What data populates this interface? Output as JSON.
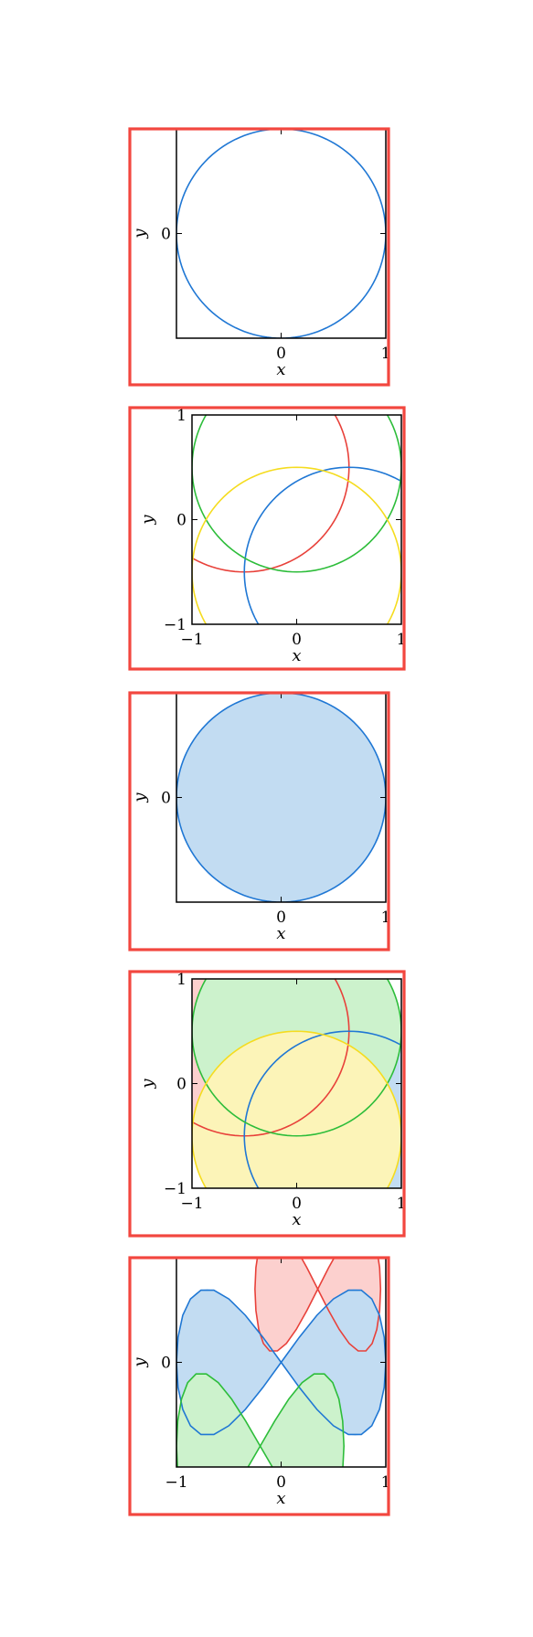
{
  "colors": {
    "frame": "#f2473f",
    "blue": "#1f77d4",
    "red": "#e8413a",
    "green": "#2dbd3a",
    "yellow": "#f5dc1f",
    "blue_fill": "#c2dcf2",
    "red_fill": "#fcd0ce",
    "green_fill": "#ccf2cc",
    "yellow_fill": "#fcf4b8"
  },
  "chart_data": [
    {
      "type": "line",
      "title": "",
      "xlabel": "x",
      "ylabel": "y",
      "xlim": [
        -1,
        1
      ],
      "ylim": [
        -1,
        1
      ],
      "xticks": [
        "0",
        "1"
      ],
      "yticks": [
        "0"
      ],
      "grid": false,
      "filled": false,
      "series": [
        {
          "color": "blue",
          "fill": "none",
          "curve": {
            "kind": "circle",
            "cx": 0,
            "cy": 0,
            "r": 1
          }
        }
      ]
    },
    {
      "type": "line",
      "title": "",
      "xlabel": "x",
      "ylabel": "y",
      "xlim": [
        -1,
        1
      ],
      "ylim": [
        -1,
        1
      ],
      "xticks": [
        "−1",
        "0",
        "1"
      ],
      "yticks": [
        "−1",
        "0",
        "1"
      ],
      "grid": false,
      "filled": false,
      "series": [
        {
          "color": "red",
          "fill": "none",
          "curve": {
            "kind": "circle",
            "cx": -0.5,
            "cy": 0.5,
            "r": 1
          }
        },
        {
          "color": "blue",
          "fill": "none",
          "curve": {
            "kind": "circle",
            "cx": 0.5,
            "cy": -0.5,
            "r": 1
          }
        },
        {
          "color": "green",
          "fill": "none",
          "curve": {
            "kind": "circle",
            "cx": 0,
            "cy": 0.5,
            "r": 1
          }
        },
        {
          "color": "yellow",
          "fill": "none",
          "curve": {
            "kind": "circle",
            "cx": 0,
            "cy": -0.5,
            "r": 1
          }
        }
      ]
    },
    {
      "type": "area",
      "title": "",
      "xlabel": "x",
      "ylabel": "y",
      "xlim": [
        -1,
        1
      ],
      "ylim": [
        -1,
        1
      ],
      "xticks": [
        "0",
        "1"
      ],
      "yticks": [
        "0"
      ],
      "grid": false,
      "filled": true,
      "series": [
        {
          "color": "blue",
          "fill": "blue_fill",
          "curve": {
            "kind": "circle",
            "cx": 0,
            "cy": 0,
            "r": 1
          }
        }
      ]
    },
    {
      "type": "area",
      "title": "",
      "xlabel": "x",
      "ylabel": "y",
      "xlim": [
        -1,
        1
      ],
      "ylim": [
        -1,
        1
      ],
      "xticks": [
        "−1",
        "0",
        "1"
      ],
      "yticks": [
        "−1",
        "0",
        "1"
      ],
      "grid": false,
      "filled": true,
      "series": [
        {
          "color": "red",
          "fill": "red_fill",
          "curve": {
            "kind": "circle",
            "cx": -0.5,
            "cy": 0.5,
            "r": 1
          }
        },
        {
          "color": "blue",
          "fill": "blue_fill",
          "curve": {
            "kind": "circle",
            "cx": 0.5,
            "cy": -0.5,
            "r": 1
          }
        },
        {
          "color": "green",
          "fill": "green_fill",
          "curve": {
            "kind": "circle",
            "cx": 0,
            "cy": 0.5,
            "r": 1
          }
        },
        {
          "color": "yellow",
          "fill": "yellow_fill",
          "curve": {
            "kind": "circle",
            "cx": 0,
            "cy": -0.5,
            "r": 1
          }
        }
      ]
    },
    {
      "type": "area",
      "title": "",
      "xlabel": "x",
      "ylabel": "y",
      "xlim": [
        -1,
        1
      ],
      "ylim": [
        -1,
        1
      ],
      "xticks": [
        "−1",
        "0",
        "1"
      ],
      "yticks": [
        "0"
      ],
      "grid": false,
      "filled": true,
      "series": [
        {
          "color": "red",
          "fill": "red_fill",
          "curve": {
            "kind": "lissajous",
            "cx": 0.35,
            "cy": 0.7,
            "ax": 0.6,
            "ay": 0.6,
            "fx": 1,
            "fy": 2
          }
        },
        {
          "color": "blue",
          "fill": "blue_fill",
          "curve": {
            "kind": "lissajous",
            "cx": 0,
            "cy": 0,
            "ax": 1,
            "ay": 0.7,
            "fx": 1,
            "fy": 2
          }
        },
        {
          "color": "green",
          "fill": "green_fill",
          "curve": {
            "kind": "lissajous",
            "cx": -0.2,
            "cy": -0.8,
            "ax": 0.8,
            "ay": 0.7,
            "fx": 1,
            "fy": 2
          }
        }
      ]
    }
  ]
}
